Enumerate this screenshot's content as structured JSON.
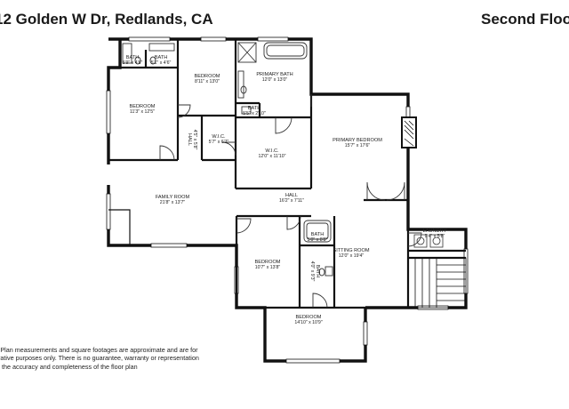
{
  "header": {
    "address": "12 Golden W Dr, Redlands, CA",
    "floor_label": "Second Floo"
  },
  "rooms": [
    {
      "key": "bath1",
      "name": "BATH",
      "dims": "5'9\" x 4'6\""
    },
    {
      "key": "bath2",
      "name": "BATH",
      "dims": "5'1\" x 4'6\""
    },
    {
      "key": "bedroom_nw",
      "name": "BEDROOM",
      "dims": "11'3\" x 12'5\""
    },
    {
      "key": "bedroom_n",
      "name": "BEDROOM",
      "dims": "8'11\" x 13'0\""
    },
    {
      "key": "primary_bath",
      "name": "PRIMARY BATH",
      "dims": "12'0\" x 13'0\""
    },
    {
      "key": "bath3",
      "name": "BATH",
      "dims": "5'5\" x 2'10\""
    },
    {
      "key": "wic1",
      "name": "W.I.C.",
      "dims": "5'7\" x 6'7\""
    },
    {
      "key": "wic2",
      "name": "W.I.C.",
      "dims": "12'0\" x 11'10\""
    },
    {
      "key": "primary_bedroom",
      "name": "PRIMARY BEDROOM",
      "dims": "15'7\" x 17'6\""
    },
    {
      "key": "family_room",
      "name": "FAMILY ROOM",
      "dims": "21'8\" x 13'7\""
    },
    {
      "key": "hall_main",
      "name": "HALL",
      "dims": "16'2\" x 7'11\""
    },
    {
      "key": "laundry",
      "name": "LAUNDRY",
      "dims": "9'4\" x 5'8\""
    },
    {
      "key": "bath4",
      "name": "BATH",
      "dims": "5'0\" x 8'8\""
    },
    {
      "key": "sitting_room",
      "name": "SITTING ROOM",
      "dims": "12'0\" x 19'4\""
    },
    {
      "key": "bedroom_sw",
      "name": "BEDROOM",
      "dims": "10'7\" x 13'8\""
    },
    {
      "key": "bedroom_s",
      "name": "BEDROOM",
      "dims": "14'10\" x 10'9\""
    }
  ],
  "vertical_labels": {
    "hall_upper_name": "HALL",
    "hall_upper_dims": "4'5\" x 5'8\"",
    "bath_small_name": "BATH",
    "bath_small_dims": "4'0\" x 9'3\""
  },
  "disclaimer": {
    "line1": "r Plan measurements and square footages are approximate and are for",
    "line2": "trative purposes only. There is no guarantee, warranty or representation",
    "line3": "o the accuracy and completeness of the floor plan"
  }
}
